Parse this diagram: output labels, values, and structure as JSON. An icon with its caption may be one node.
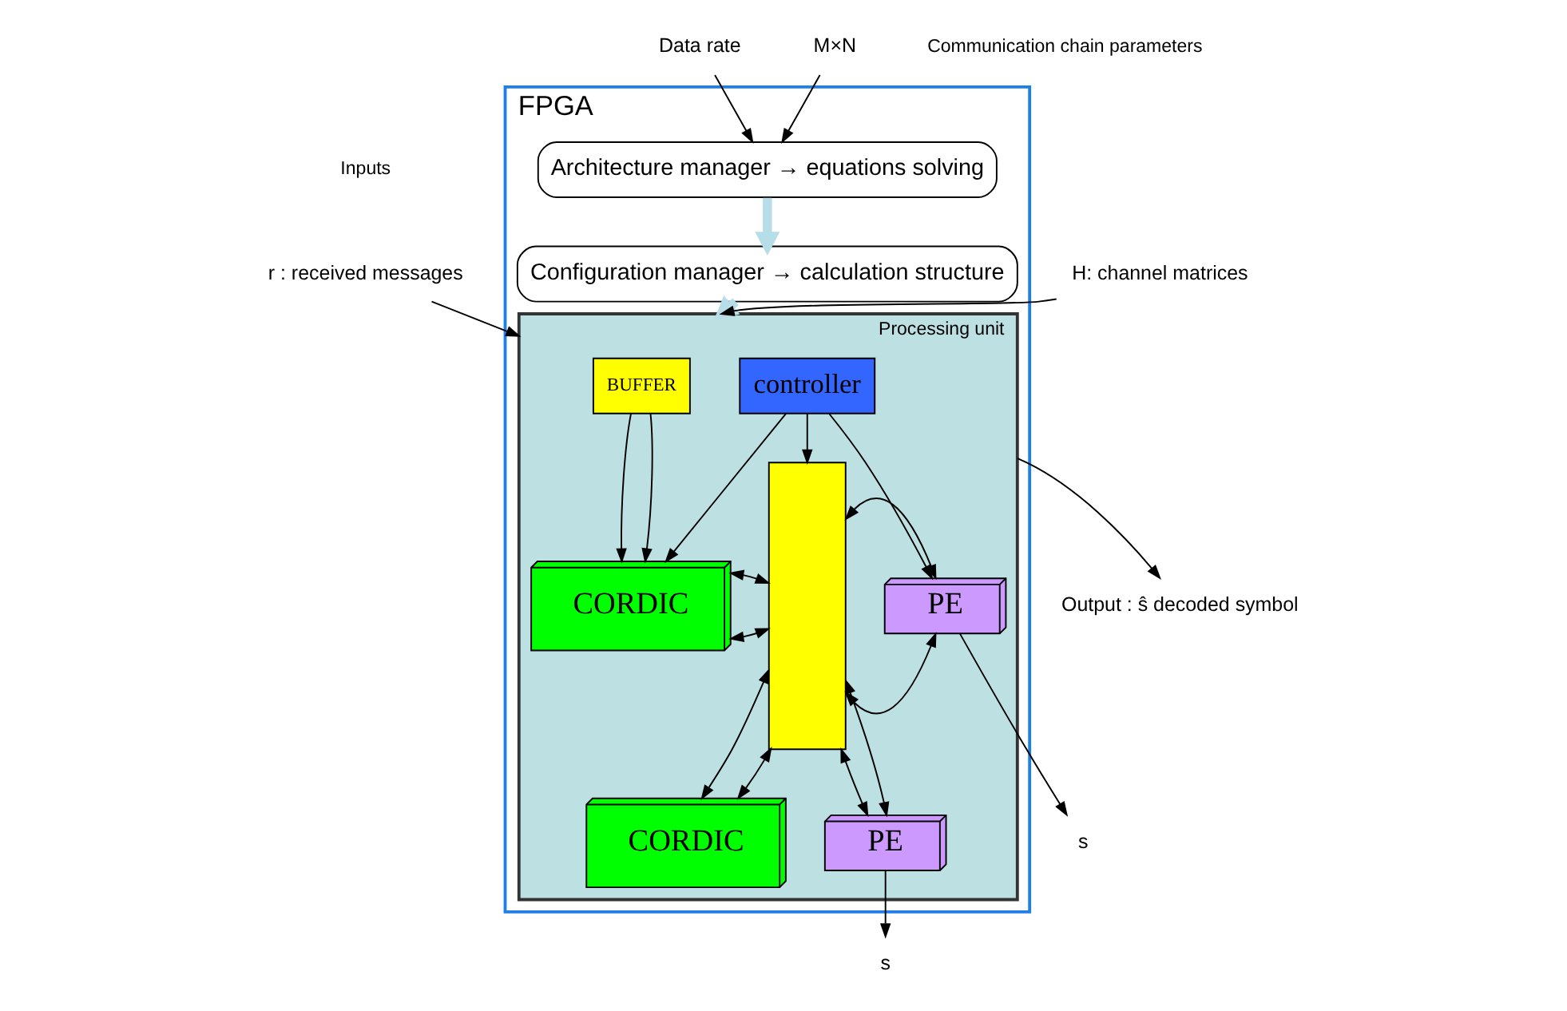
{
  "diagram": {
    "nodes": [
      {
        "text": [
          "FPGA"
        ]
      },
      {
        "text": [
          "Architecture manager → equations solving"
        ],
        "in": 0
      },
      {
        "text": [
          "Configuration manager → calculation structure"
        ],
        "in": 0
      },
      {
        "text": [
          "Processing unit"
        ],
        "in": 0
      },
      {
        "text": [
          "BUFFER"
        ],
        "in": 3
      },
      {
        "text": [
          "controller"
        ],
        "in": 3
      },
      {
        "text": [
          "CORDIC"
        ],
        "in": 3
      },
      {
        "text": [
          "CORDIC"
        ],
        "in": 3
      },
      {
        "text": [],
        "shape": "box",
        "in": 3
      },
      {
        "text": [
          "PE"
        ],
        "in": 3
      },
      {
        "text": [
          "PE"
        ],
        "in": 3
      },
      {
        "text": [
          "Data rate"
        ]
      },
      {
        "text": [
          "M×N"
        ]
      },
      {
        "text": [
          "r : received messages"
        ]
      },
      {
        "text": [
          "H: channel matrices"
        ]
      },
      {
        "text": [
          "s"
        ]
      },
      {
        "text": [
          "s"
        ]
      },
      {
        "text": [
          "Output : ŝ decoded symbol"
        ]
      }
    ],
    "edges": [
      {
        "from": 11,
        "to": 1,
        "arrow": "to"
      },
      {
        "from": 12,
        "to": 1,
        "arrow": "to"
      },
      {
        "from": 1,
        "to": 2,
        "arrow": "to",
        "style": "thick",
        "color": "#b7dde8"
      },
      {
        "from": 2,
        "to": 3,
        "arrow": "to",
        "style": "thick",
        "color": "#b7dde8"
      },
      {
        "from": 4,
        "to": 6,
        "arrow": "to"
      },
      {
        "from": 4,
        "to": 6,
        "arrow": "to"
      },
      {
        "from": 5,
        "to": 6,
        "arrow": "to"
      },
      {
        "from": 5,
        "to": 8,
        "arrow": "to"
      },
      {
        "from": 5,
        "to": 9,
        "arrow": "to"
      },
      {
        "from": 6,
        "to": 8,
        "arrow": "both"
      },
      {
        "from": 6,
        "to": 8,
        "arrow": "both"
      },
      {
        "from": 7,
        "to": 8,
        "arrow": "both"
      },
      {
        "from": 7,
        "to": 8,
        "arrow": "both"
      },
      {
        "from": 8,
        "to": 9,
        "arrow": "both"
      },
      {
        "from": 8,
        "to": 9,
        "arrow": "both"
      },
      {
        "from": 8,
        "to": 10,
        "arrow": "both"
      },
      {
        "from": 8,
        "to": 10,
        "arrow": "both"
      },
      {
        "from": 9,
        "to": 15,
        "arrow": "to"
      },
      {
        "from": 10,
        "to": 16,
        "arrow": "to"
      },
      {
        "from": 13,
        "to": 3,
        "arrow": "to"
      },
      {
        "from": 14,
        "to": 3,
        "arrow": "to"
      },
      {
        "from": 3,
        "to": 17,
        "arrow": "to"
      }
    ],
    "labels": [
      "Communication chain parameters",
      "Inputs"
    ]
  }
}
